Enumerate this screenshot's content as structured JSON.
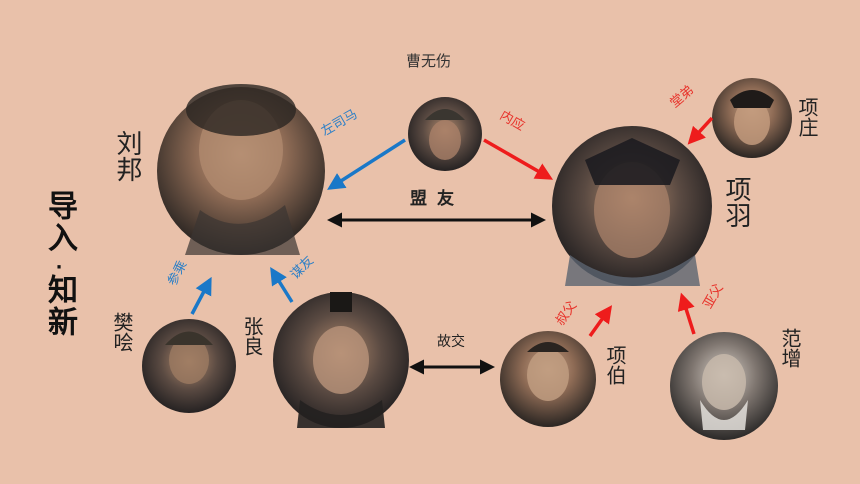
{
  "title_lines": [
    "导入",
    "知新"
  ],
  "title_dot": "·",
  "people": {
    "liubang": "刘邦",
    "xiangyu": "项羽",
    "caowushang": "曹无伤",
    "xiangzhuang": "项庄",
    "fankuai": "樊哙",
    "zhangliang": "张良",
    "xiangbo": "项伯",
    "fanzeng": "范增"
  },
  "relations": {
    "zuosima": "左司马",
    "neiying": "内应",
    "tangdi": "堂弟",
    "mengyou": "盟友",
    "canshen": "参乘",
    "mouchen": "谋友",
    "gujiao": "故交",
    "shufu": "叔父",
    "yafu": "亚父"
  },
  "colors": {
    "background": "#e9c1aa",
    "blue_arrow": "#1a78c8",
    "red_arrow": "#ee1c1c",
    "black_arrow": "#111111"
  }
}
